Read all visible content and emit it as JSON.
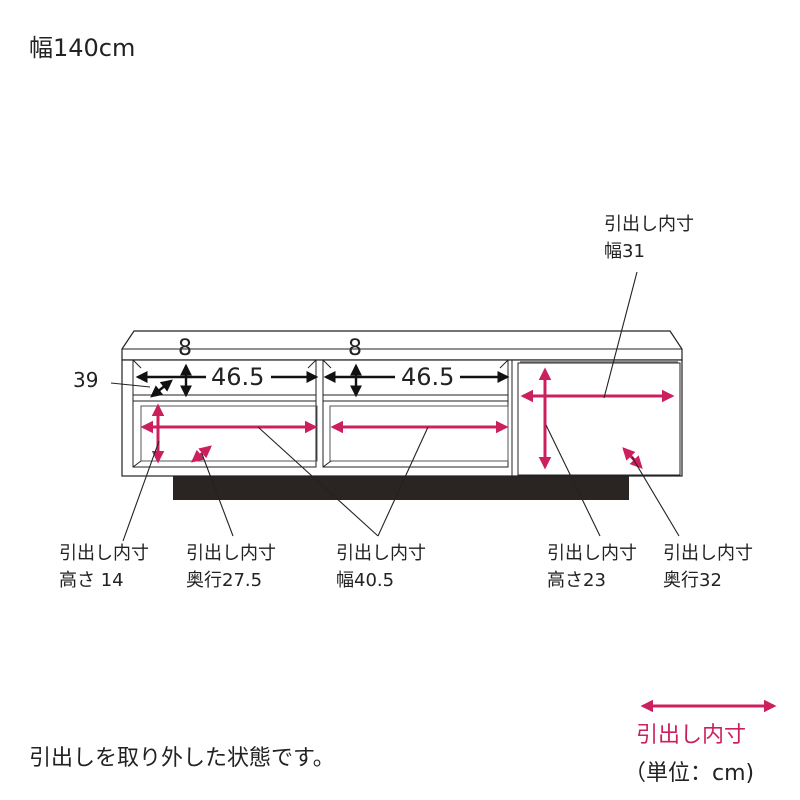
{
  "title": "幅140cm",
  "shelf_depth_label": "39",
  "shelf_height_label_left": "8",
  "shelf_height_label_right": "8",
  "shelf_width_label_left": "46.5",
  "shelf_width_label_right": "46.5",
  "callouts": {
    "drawer_width_right": "引出し内寸\n幅31",
    "drawer_height_left": "引出し内寸\n高さ 14",
    "drawer_depth_left": "引出し内寸\n奥行27.5",
    "drawer_width_middle": "引出し内寸\n幅40.5",
    "drawer_height_right": "引出し内寸\n高さ23",
    "drawer_depth_right": "引出し内寸\n奥行32"
  },
  "caption": "引出しを取り外した状態です。",
  "legend": {
    "label": "引出し内寸",
    "unit": "（単位：cm)"
  },
  "colors": {
    "accent": "#cc1f5e",
    "line": "#222222",
    "plinth": "#2a2523"
  }
}
